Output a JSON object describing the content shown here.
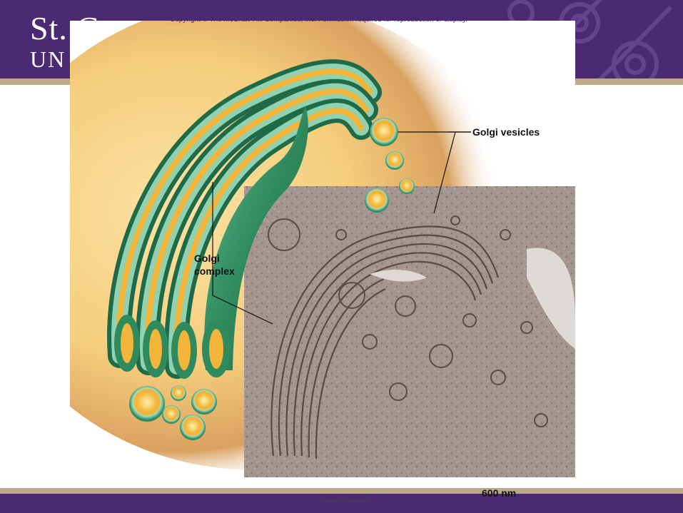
{
  "header": {
    "logo_line1": "St. C",
    "logo_line2": "UN"
  },
  "figure": {
    "copyright": "Copyright © The McGraw-Hill Companies, Inc. Permission required for reproduction or display.",
    "labels": {
      "golgi_vesicles": "Golgi vesicles",
      "golgi_complex_line1": "Golgi",
      "golgi_complex_line2": "complex"
    },
    "photo_credit": "Visuals Unlimited",
    "scale_bar": "600 nm"
  },
  "colors": {
    "banner": "#4b2a73",
    "rule": "#bca98a",
    "golgi_green": "#2f8a5e",
    "lumen_yellow": "#f2b53a"
  }
}
